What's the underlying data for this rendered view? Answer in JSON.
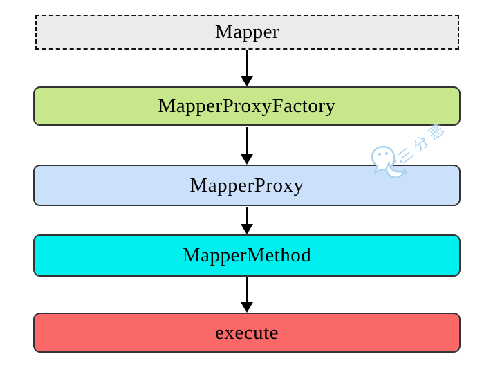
{
  "diagram": {
    "nodes": [
      {
        "id": "mapper",
        "label": "Mapper",
        "fill": "#ebebeb",
        "border_color": "#111111",
        "border_style": "dashed"
      },
      {
        "id": "mapper-proxy-factory",
        "label": "MapperProxyFactory",
        "fill": "#c6e88a",
        "border_color": "#333333",
        "border_style": "solid"
      },
      {
        "id": "mapper-proxy",
        "label": "MapperProxy",
        "fill": "#cbe0fa",
        "border_color": "#333333",
        "border_style": "solid"
      },
      {
        "id": "mapper-method",
        "label": "MapperMethod",
        "fill": "#00f0f0",
        "border_color": "#333333",
        "border_style": "solid"
      },
      {
        "id": "execute",
        "label": "execute",
        "fill": "#fa6967",
        "border_color": "#333333",
        "border_style": "solid"
      }
    ],
    "edges": [
      {
        "from": "Mapper",
        "to": "MapperProxyFactory"
      },
      {
        "from": "MapperProxyFactory",
        "to": "MapperProxy"
      },
      {
        "from": "MapperProxy",
        "to": "MapperMethod"
      },
      {
        "from": "MapperMethod",
        "to": "execute"
      }
    ],
    "arrow_color": "#000000",
    "text_color": "#000000"
  },
  "watermark": {
    "icon": "wechat-icon",
    "text": "三分恶",
    "color": "#a9d2ef"
  }
}
